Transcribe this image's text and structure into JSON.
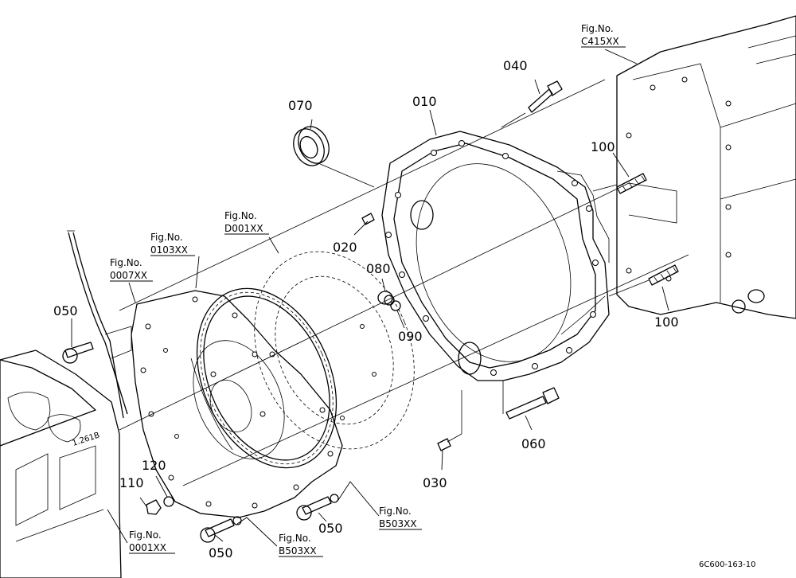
{
  "diagram": {
    "parts": [
      {
        "id": "p070",
        "label": "070"
      },
      {
        "id": "p010",
        "label": "010"
      },
      {
        "id": "p040",
        "label": "040"
      },
      {
        "id": "p100a",
        "label": "100"
      },
      {
        "id": "p100b",
        "label": "100"
      },
      {
        "id": "p020",
        "label": "020"
      },
      {
        "id": "p080",
        "label": "080"
      },
      {
        "id": "p090",
        "label": "090"
      },
      {
        "id": "p060",
        "label": "060"
      },
      {
        "id": "p030",
        "label": "030"
      },
      {
        "id": "p050a",
        "label": "050"
      },
      {
        "id": "p050b",
        "label": "050"
      },
      {
        "id": "p050c",
        "label": "050"
      },
      {
        "id": "p110",
        "label": "110"
      },
      {
        "id": "p120",
        "label": "120"
      }
    ],
    "figure_refs": [
      {
        "id": "f0007",
        "title": "Fig.No.",
        "code": "0007XX"
      },
      {
        "id": "f0103",
        "title": "Fig.No.",
        "code": "0103XX"
      },
      {
        "id": "fD001",
        "title": "Fig.No.",
        "code": "D001XX"
      },
      {
        "id": "fC415",
        "title": "Fig.No.",
        "code": "C415XX"
      },
      {
        "id": "f0001",
        "title": "Fig.No.",
        "code": "0001XX"
      },
      {
        "id": "fB503a",
        "title": "Fig.No.",
        "code": "B503XX"
      },
      {
        "id": "fB503b",
        "title": "Fig.No.",
        "code": "B503XX"
      }
    ],
    "block_marking": "1.261B",
    "drawing_code": "6C600-163-10"
  }
}
